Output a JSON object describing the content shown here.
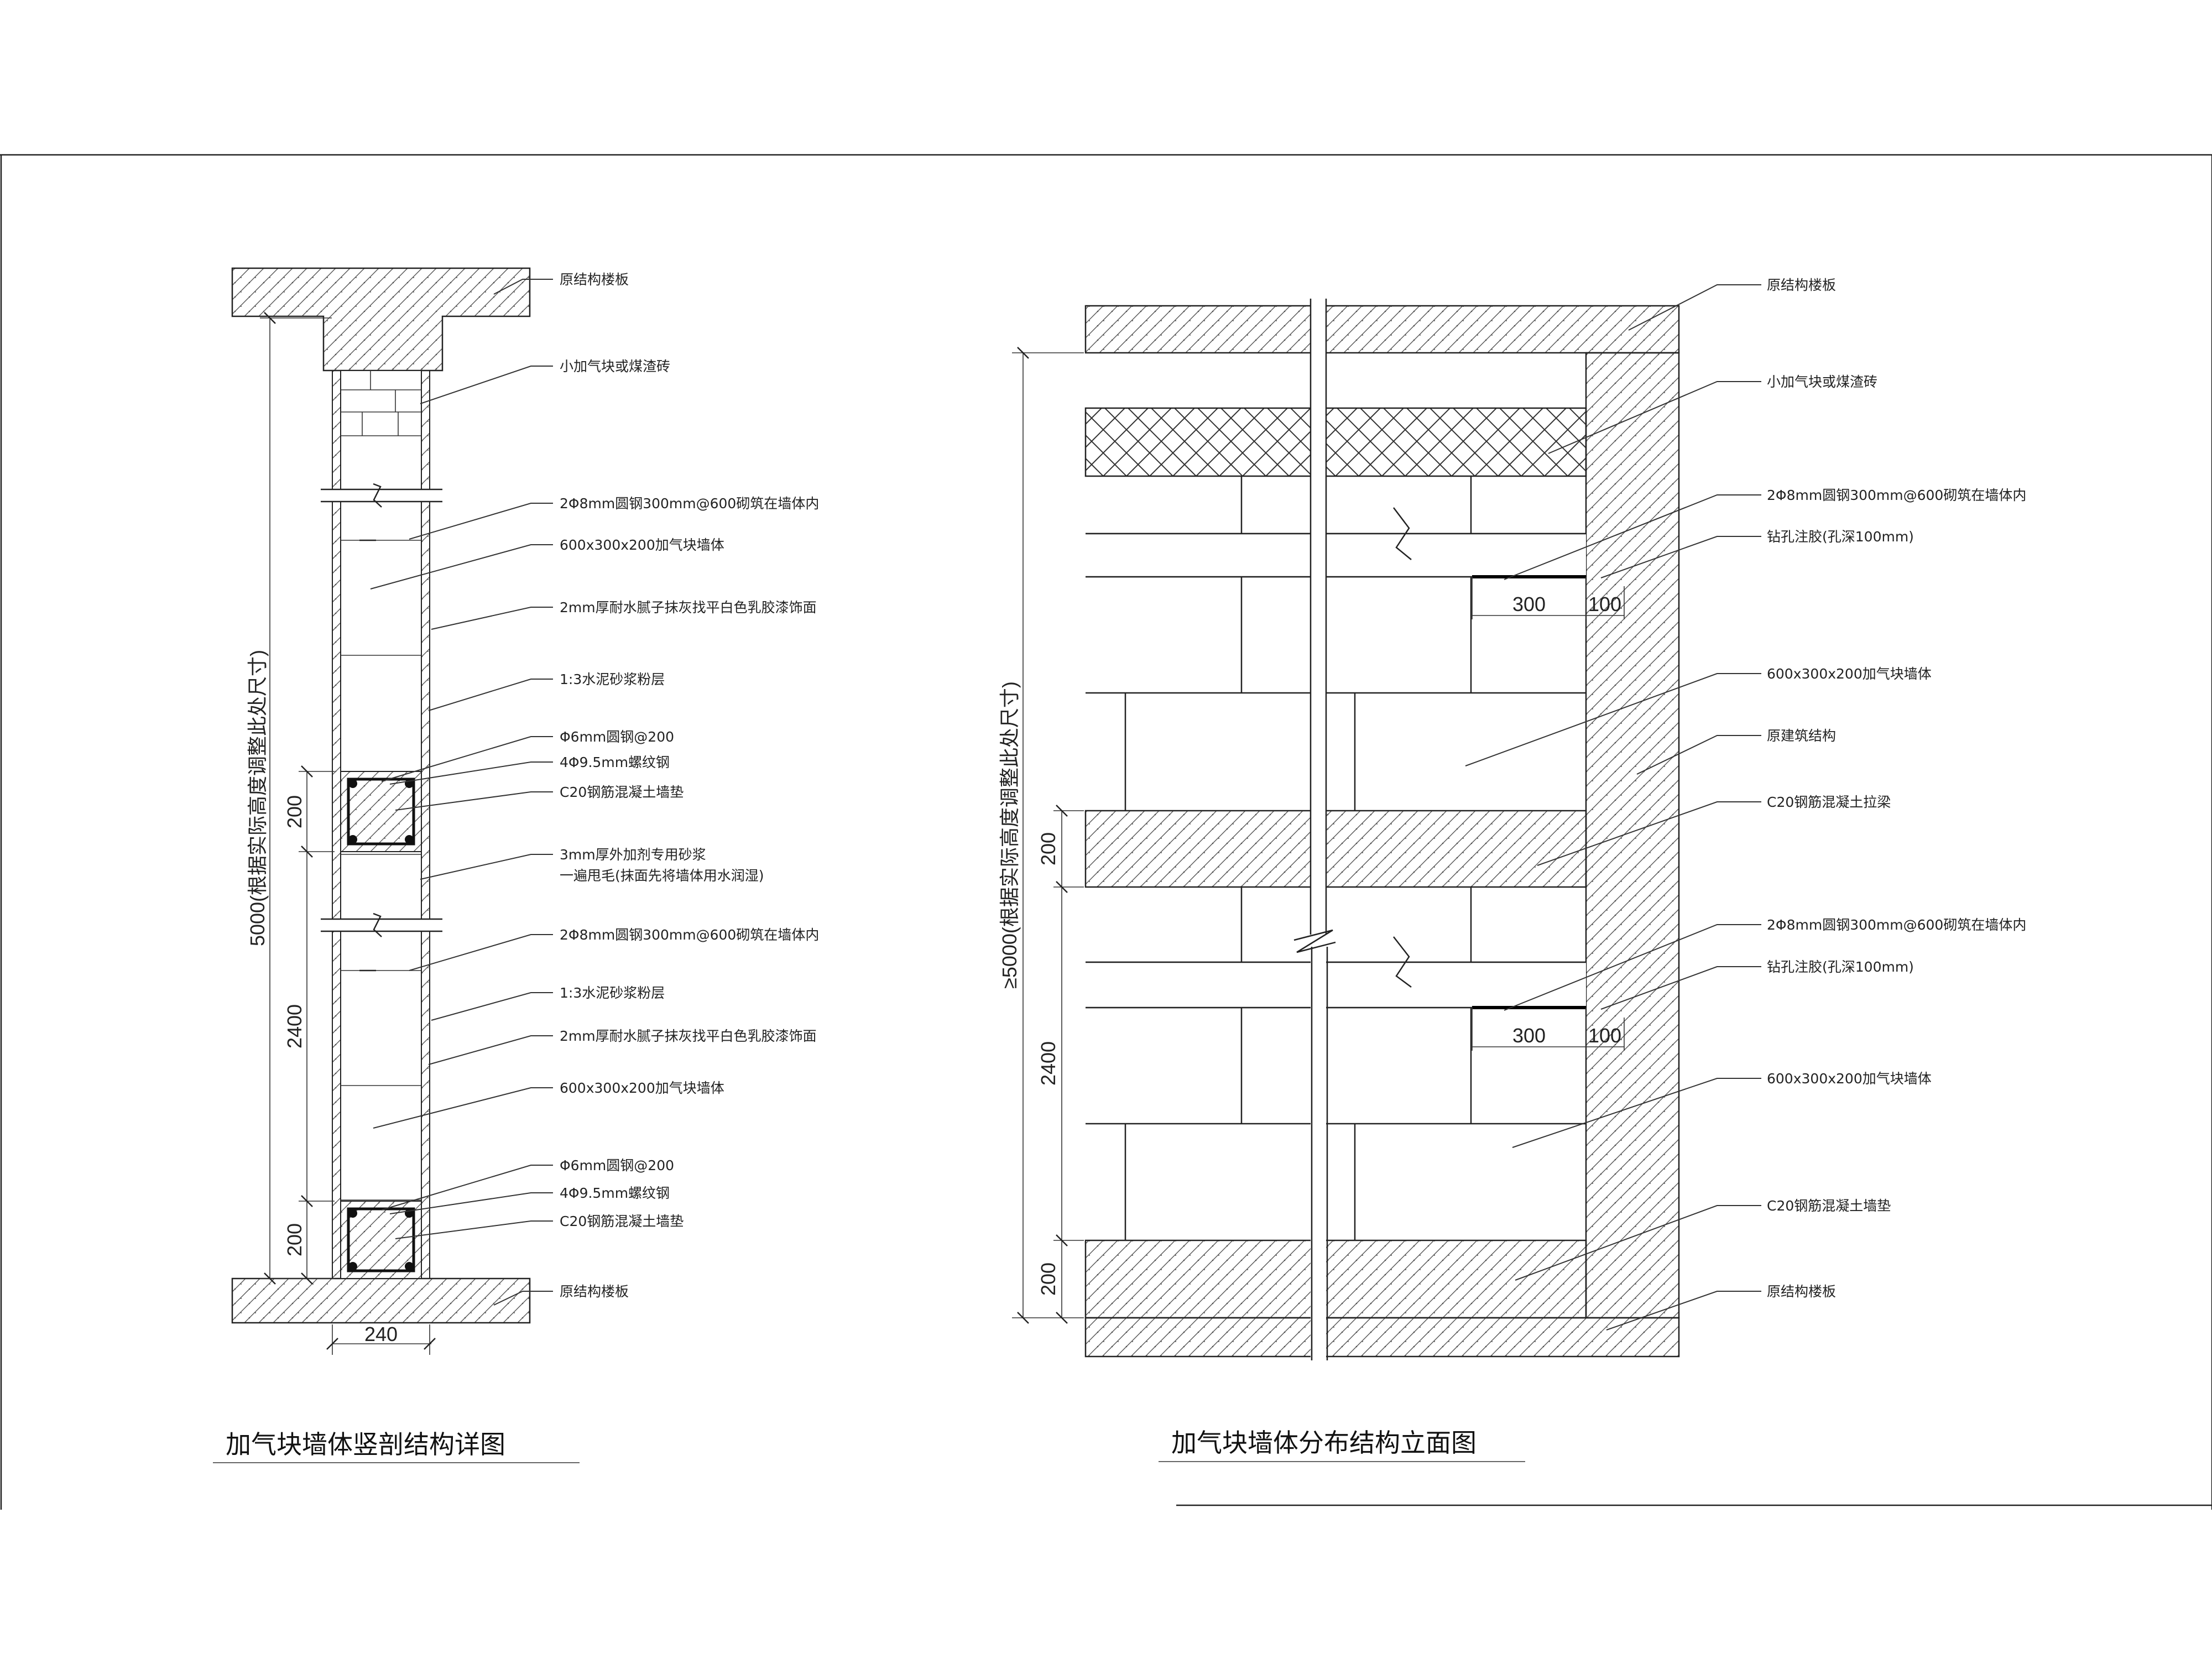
{
  "left": {
    "title": "加气块墙体竖剖结构详图",
    "labels": {
      "top_slab": "原结构楼板",
      "small_block": "小加气块或煤渣砖",
      "rebar_1": "2Φ8mm圆钢300mm@600砌筑在墙体内",
      "block_1": "600x300x200加气块墙体",
      "finish_1": "2mm厚耐水腻子抹灰找平白色乳胶漆饰面",
      "mortar_1": "1:3水泥砂浆粉层",
      "stirrup_1": "Φ6mm圆钢@200",
      "bars_1": "4Φ9.5mm螺纹钢",
      "bed_1": "C20钢筋混凝土墙垫",
      "special_mortar_1": "3mm厚外加剂专用砂浆",
      "special_mortar_2": "一遍甩毛(抹面先将墙体用水润湿)",
      "rebar_2": "2Φ8mm圆钢300mm@600砌筑在墙体内",
      "mortar_2": "1:3水泥砂浆粉层",
      "finish_2": "2mm厚耐水腻子抹灰找平白色乳胶漆饰面",
      "block_2": "600x300x200加气块墙体",
      "stirrup_2": "Φ6mm圆钢@200",
      "bars_2": "4Φ9.5mm螺纹钢",
      "bed_2": "C20钢筋混凝土墙垫",
      "bottom_slab": "原结构楼板"
    },
    "dims": {
      "total": "5000(根据实际高度调整此处尺寸)",
      "beam": "200",
      "span": "2400",
      "bed": "200",
      "width": "240"
    }
  },
  "right": {
    "title": "加气块墙体分布结构立面图",
    "labels": {
      "top_slab": "原结构楼板",
      "small_block": "小加气块或煤渣砖",
      "rebar_1": "2Φ8mm圆钢300mm@600砌筑在墙体内",
      "drill_1": "钻孔注胶(孔深100mm)",
      "block_1": "600x300x200加气块墙体",
      "structure": "原建筑结构",
      "beam": "C20钢筋混凝土拉梁",
      "rebar_2": "2Φ8mm圆钢300mm@600砌筑在墙体内",
      "drill_2": "钻孔注胶(孔深100mm)",
      "block_2": "600x300x200加气块墙体",
      "bed": "C20钢筋混凝土墙垫",
      "bottom_slab": "原结构楼板"
    },
    "dims": {
      "total": "≥5000(根据实际高度调整此处尺寸)",
      "beam": "200",
      "span": "2400",
      "bed": "200",
      "anchor_1": "300",
      "embed_1": "100",
      "anchor_2": "300",
      "embed_2": "100"
    }
  }
}
